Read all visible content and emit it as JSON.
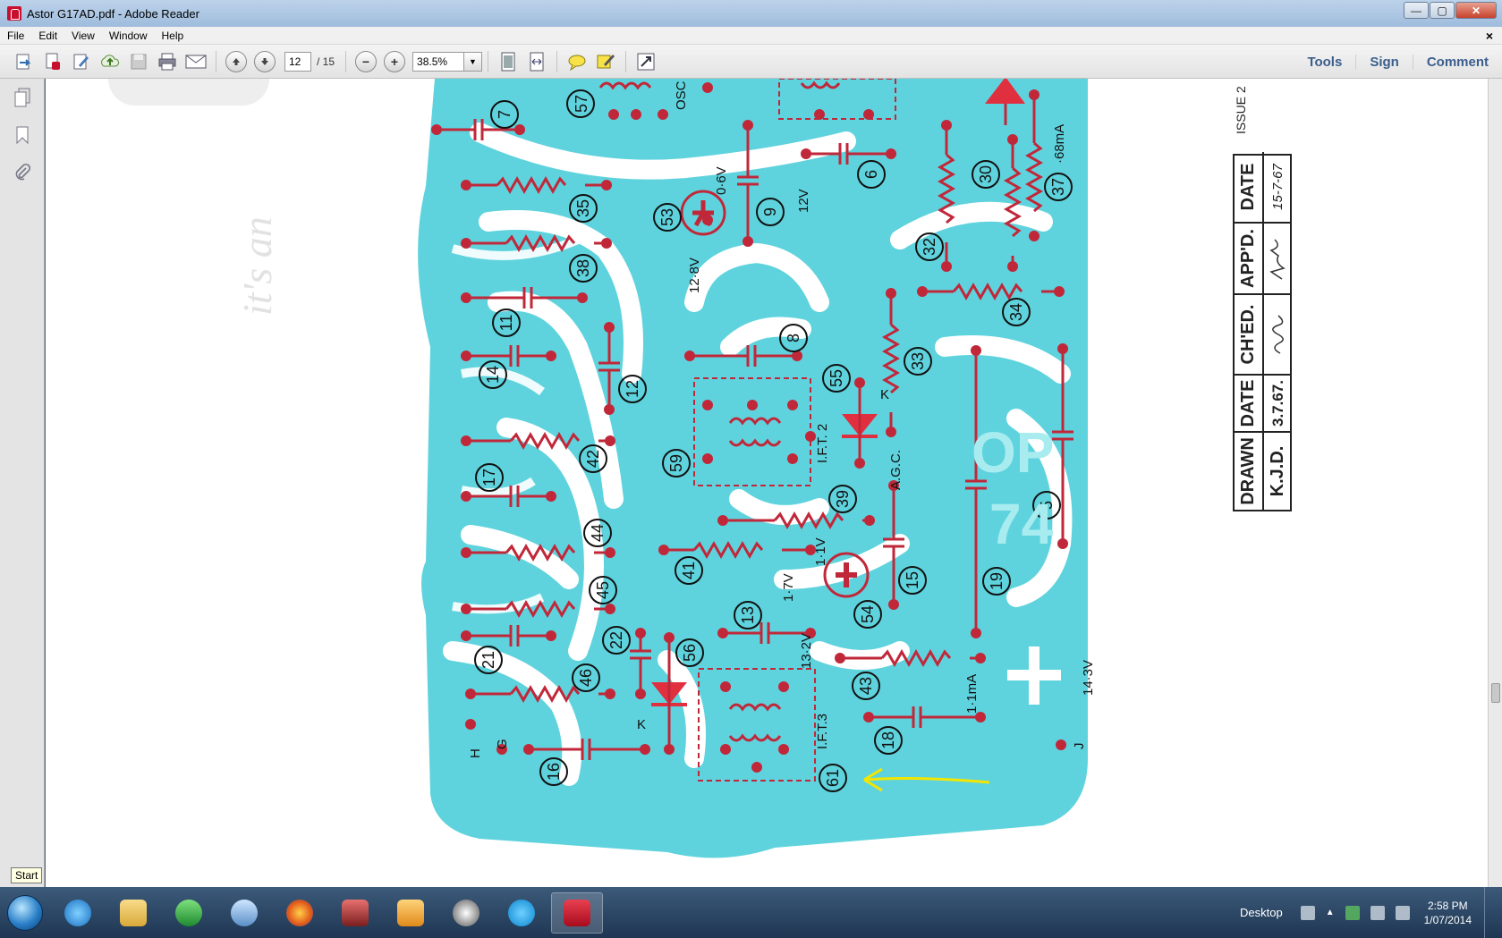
{
  "window": {
    "title": "Astor G17AD.pdf - Adobe Reader",
    "min_symbol": "—",
    "max_symbol": "▢",
    "close_symbol": "✕"
  },
  "menu": {
    "items": [
      "File",
      "Edit",
      "View",
      "Window",
      "Help"
    ],
    "doc_close": "×"
  },
  "toolbar": {
    "page_current": "12",
    "page_total": "/ 15",
    "zoom": "38.5%",
    "zoom_out_symbol": "−",
    "zoom_in_symbol": "+",
    "links": [
      "Tools",
      "Sign",
      "Comment"
    ]
  },
  "document": {
    "watermark_text": "it's an",
    "issue_label": "ISSUE 2",
    "approval_headers": [
      "DRAWN",
      "DATE",
      "CH'ED.",
      "APP'D.",
      "DATE"
    ],
    "approval_values": [
      "K.J.D.",
      "3.7.67.",
      "",
      "",
      "15-7-67"
    ],
    "board_labels": {
      "osc": "OSC",
      "v06": "0·6V",
      "v12": "12V",
      "v128": "12·8V",
      "agc": "A.G.C.",
      "ift2": "I.F.T. 2",
      "ift3": "I.F.T.3",
      "v11": "1·1V",
      "v17": "1·7V",
      "v132": "13·2V",
      "v143": "14·3V",
      "ma068": "·68mA",
      "ma11": "1·1mA",
      "op": "OP",
      "n74": "74",
      "k1": "K",
      "k2": "K",
      "h": "H",
      "g": "G",
      "j": "J"
    },
    "component_numbers": [
      "57",
      "7",
      "35",
      "38",
      "11",
      "14",
      "12",
      "42",
      "17",
      "44",
      "45",
      "21",
      "22",
      "46",
      "16",
      "53",
      "9",
      "6",
      "8",
      "55",
      "59",
      "39",
      "41",
      "13",
      "56",
      "54",
      "15",
      "43",
      "18",
      "61",
      "30",
      "37",
      "32",
      "34",
      "33",
      "5",
      "19"
    ]
  },
  "taskbar": {
    "start_tooltip": "Start",
    "desktop_label": "Desktop",
    "time": "2:58 PM",
    "date": "1/07/2014"
  },
  "colors": {
    "board_cyan": "#5fd3dd",
    "trace_red": "#c0283a",
    "arrow_yellow": "#f2e600",
    "link_blue": "#3a5e8c"
  }
}
